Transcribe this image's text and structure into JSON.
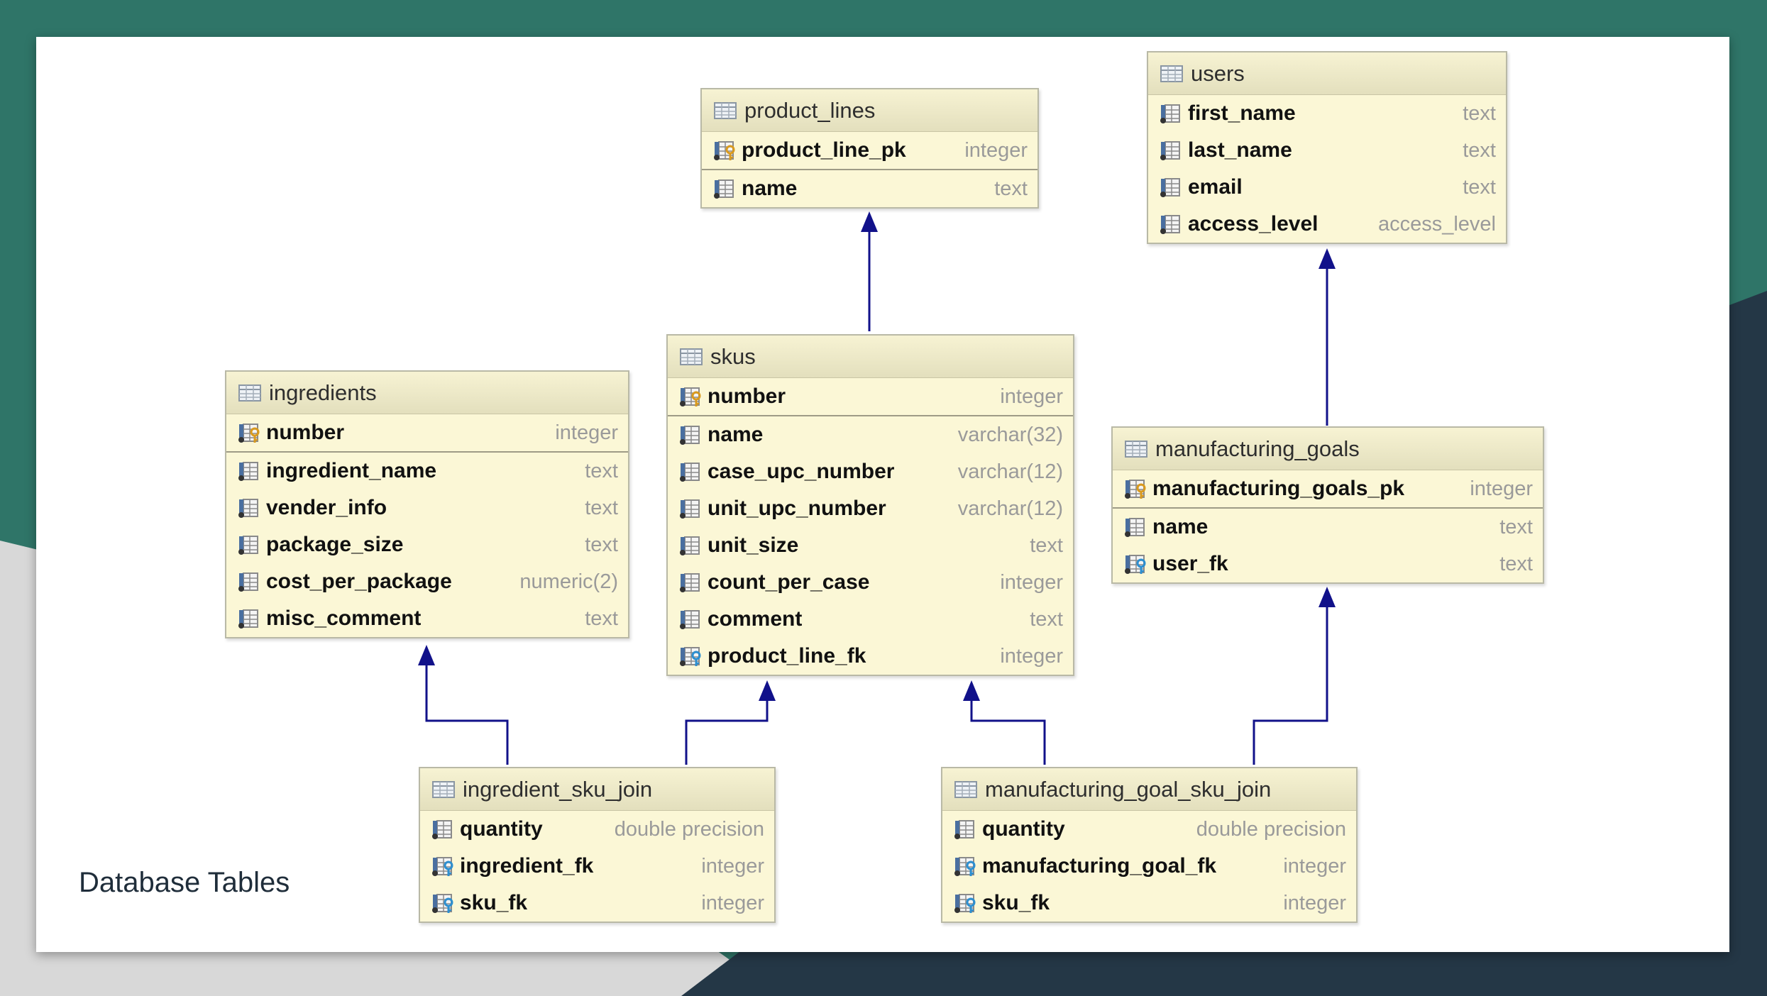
{
  "caption": "Database Tables",
  "colors": {
    "background_teal": "#2f7568",
    "background_navy": "#243746",
    "table_fill": "#fbf7d6",
    "connector": "#11118a"
  },
  "tables": {
    "product_lines": {
      "name": "product_lines",
      "columns": [
        {
          "name": "product_line_pk",
          "type": "integer",
          "key": "pk"
        },
        {
          "name": "name",
          "type": "text",
          "key": "none"
        }
      ]
    },
    "users": {
      "name": "users",
      "columns": [
        {
          "name": "first_name",
          "type": "text",
          "key": "none"
        },
        {
          "name": "last_name",
          "type": "text",
          "key": "none"
        },
        {
          "name": "email",
          "type": "text",
          "key": "none"
        },
        {
          "name": "access_level",
          "type": "access_level",
          "key": "none"
        }
      ]
    },
    "ingredients": {
      "name": "ingredients",
      "columns": [
        {
          "name": "number",
          "type": "integer",
          "key": "pk"
        },
        {
          "name": "ingredient_name",
          "type": "text",
          "key": "none"
        },
        {
          "name": "vender_info",
          "type": "text",
          "key": "none"
        },
        {
          "name": "package_size",
          "type": "text",
          "key": "none"
        },
        {
          "name": "cost_per_package",
          "type": "numeric(2)",
          "key": "none"
        },
        {
          "name": "misc_comment",
          "type": "text",
          "key": "none"
        }
      ]
    },
    "skus": {
      "name": "skus",
      "columns": [
        {
          "name": "number",
          "type": "integer",
          "key": "pk"
        },
        {
          "name": "name",
          "type": "varchar(32)",
          "key": "none"
        },
        {
          "name": "case_upc_number",
          "type": "varchar(12)",
          "key": "none"
        },
        {
          "name": "unit_upc_number",
          "type": "varchar(12)",
          "key": "none"
        },
        {
          "name": "unit_size",
          "type": "text",
          "key": "none"
        },
        {
          "name": "count_per_case",
          "type": "integer",
          "key": "none"
        },
        {
          "name": "comment",
          "type": "text",
          "key": "none"
        },
        {
          "name": "product_line_fk",
          "type": "integer",
          "key": "fk"
        }
      ]
    },
    "manufacturing_goals": {
      "name": "manufacturing_goals",
      "columns": [
        {
          "name": "manufacturing_goals_pk",
          "type": "integer",
          "key": "pk"
        },
        {
          "name": "name",
          "type": "text",
          "key": "none"
        },
        {
          "name": "user_fk",
          "type": "text",
          "key": "fk"
        }
      ]
    },
    "ingredient_sku_join": {
      "name": "ingredient_sku_join",
      "columns": [
        {
          "name": "quantity",
          "type": "double precision",
          "key": "none"
        },
        {
          "name": "ingredient_fk",
          "type": "integer",
          "key": "fk"
        },
        {
          "name": "sku_fk",
          "type": "integer",
          "key": "fk"
        }
      ]
    },
    "manufacturing_goal_sku_join": {
      "name": "manufacturing_goal_sku_join",
      "columns": [
        {
          "name": "quantity",
          "type": "double precision",
          "key": "none"
        },
        {
          "name": "manufacturing_goal_fk",
          "type": "integer",
          "key": "fk"
        },
        {
          "name": "sku_fk",
          "type": "integer",
          "key": "fk"
        }
      ]
    }
  },
  "relationships": [
    {
      "from": "skus",
      "to": "product_lines"
    },
    {
      "from": "manufacturing_goals",
      "to": "users"
    },
    {
      "from": "ingredient_sku_join",
      "to": "ingredients"
    },
    {
      "from": "ingredient_sku_join",
      "to": "skus"
    },
    {
      "from": "manufacturing_goal_sku_join",
      "to": "skus"
    },
    {
      "from": "manufacturing_goal_sku_join",
      "to": "manufacturing_goals"
    }
  ]
}
